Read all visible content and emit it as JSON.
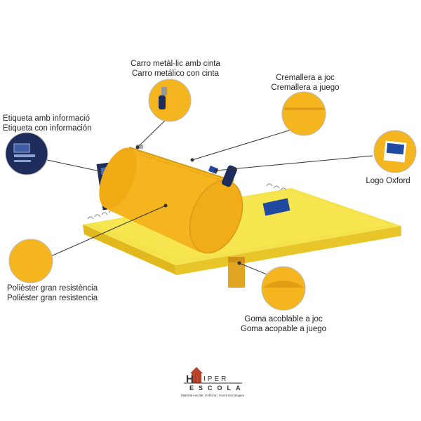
{
  "callouts": {
    "carro": {
      "line1": "Carro metàl·lic amb cinta",
      "line2": "Carro metálico con cinta"
    },
    "cremallera": {
      "line1": "Cremallera a joc",
      "line2": "Cremallera a juego"
    },
    "etiqueta": {
      "line1": "Etiqueta amb informació",
      "line2": "Etiqueta con información"
    },
    "logo": {
      "line1": "Logo Oxford"
    },
    "poliester": {
      "line1": "Polièster gran resistència",
      "line2": "Poliéster gran resistencia"
    },
    "goma": {
      "line1": "Goma acoblable a joc",
      "line2": "Goma acopable a juego"
    }
  },
  "brand": {
    "top": "IPER",
    "letter": "H",
    "bottom": "ESCOLA",
    "tagline": "Material escolar, d'oficina i noves tecnologies"
  },
  "colors": {
    "yellow": "#f5b51e",
    "yellow_dark": "#d89a12",
    "notebook": "#f7e23a",
    "navy": "#1f2d5c",
    "logo_red": "#b8412b"
  }
}
